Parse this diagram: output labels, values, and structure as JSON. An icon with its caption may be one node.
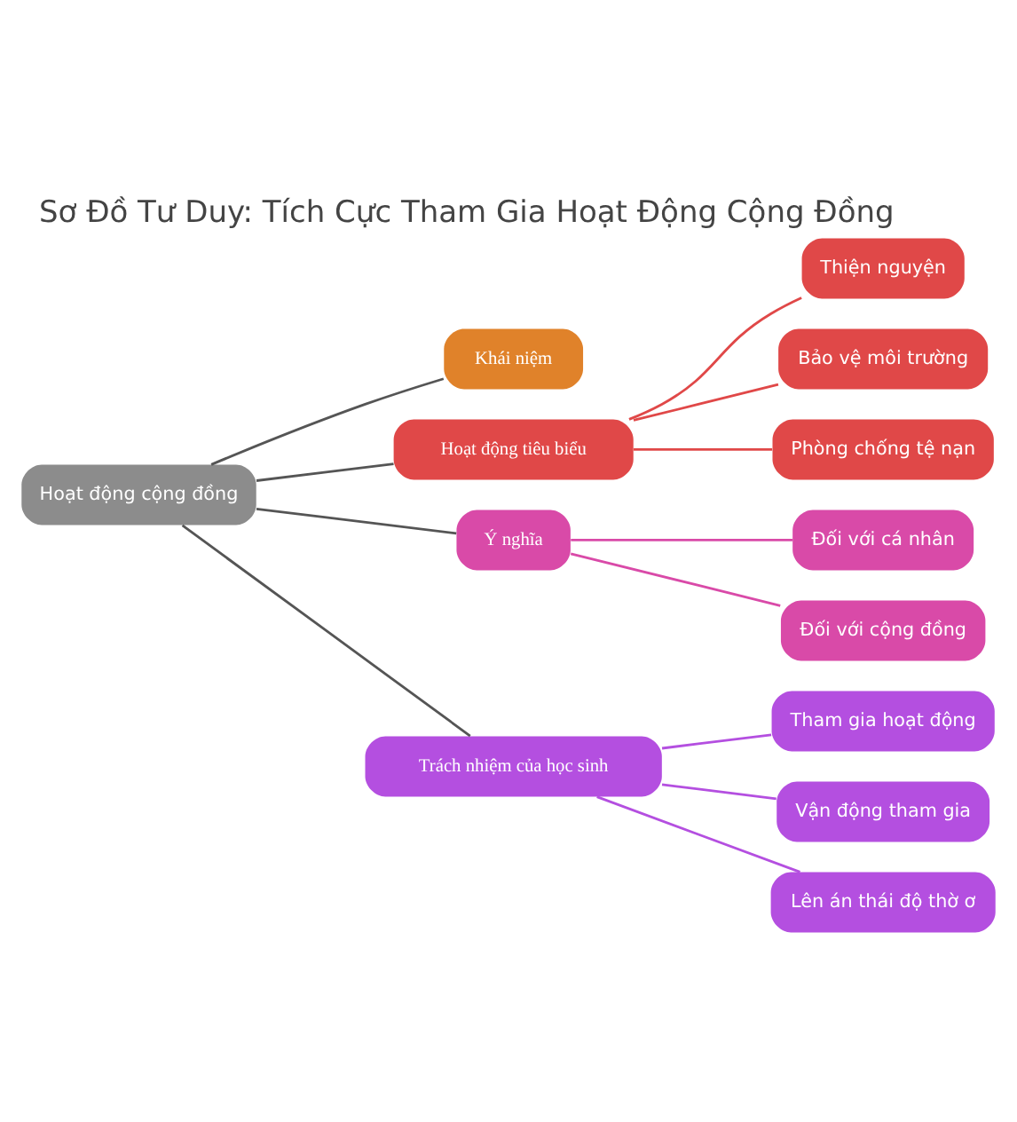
{
  "diagram": {
    "title": "Sơ Đồ Tư Duy: Tích Cực Tham Gia Hoạt Động Cộng Đồng",
    "nodes": [
      {
        "text": [
          "Hoạt động cộng đồng"
        ]
      },
      {
        "text": [
          "Khái niệm"
        ]
      },
      {
        "text": [
          "Hoạt động tiêu biểu"
        ]
      },
      {
        "text": [
          "Thiện nguyện"
        ]
      },
      {
        "text": [
          "Bảo vệ môi trường"
        ]
      },
      {
        "text": [
          "Phòng chống tệ nạn"
        ]
      },
      {
        "text": [
          "Ý nghĩa"
        ]
      },
      {
        "text": [
          "Đối với cá nhân"
        ]
      },
      {
        "text": [
          "Đối với cộng đồng"
        ]
      },
      {
        "text": [
          "Trách nhiệm của học sinh"
        ]
      },
      {
        "text": [
          "Tham gia hoạt động"
        ]
      },
      {
        "text": [
          "Vận động tham gia"
        ]
      },
      {
        "text": [
          "Lên án thái độ thờ ơ"
        ]
      }
    ],
    "edges": [
      {
        "from": 0,
        "to": 1,
        "arrow": "none"
      },
      {
        "from": 0,
        "to": 2,
        "arrow": "none"
      },
      {
        "from": 2,
        "to": 3,
        "arrow": "none",
        "color": "#e04848"
      },
      {
        "from": 2,
        "to": 4,
        "arrow": "none",
        "color": "#e04848"
      },
      {
        "from": 2,
        "to": 5,
        "arrow": "none",
        "color": "#e04848"
      },
      {
        "from": 0,
        "to": 6,
        "arrow": "none"
      },
      {
        "from": 6,
        "to": 7,
        "arrow": "none",
        "color": "#d94aa8"
      },
      {
        "from": 6,
        "to": 8,
        "arrow": "none",
        "color": "#d94aa8"
      },
      {
        "from": 0,
        "to": 9,
        "arrow": "none"
      },
      {
        "from": 9,
        "to": 10,
        "arrow": "none",
        "color": "#b44fe0"
      },
      {
        "from": 9,
        "to": 11,
        "arrow": "none",
        "color": "#b44fe0"
      },
      {
        "from": 9,
        "to": 12,
        "arrow": "none",
        "color": "#b44fe0"
      }
    ]
  }
}
